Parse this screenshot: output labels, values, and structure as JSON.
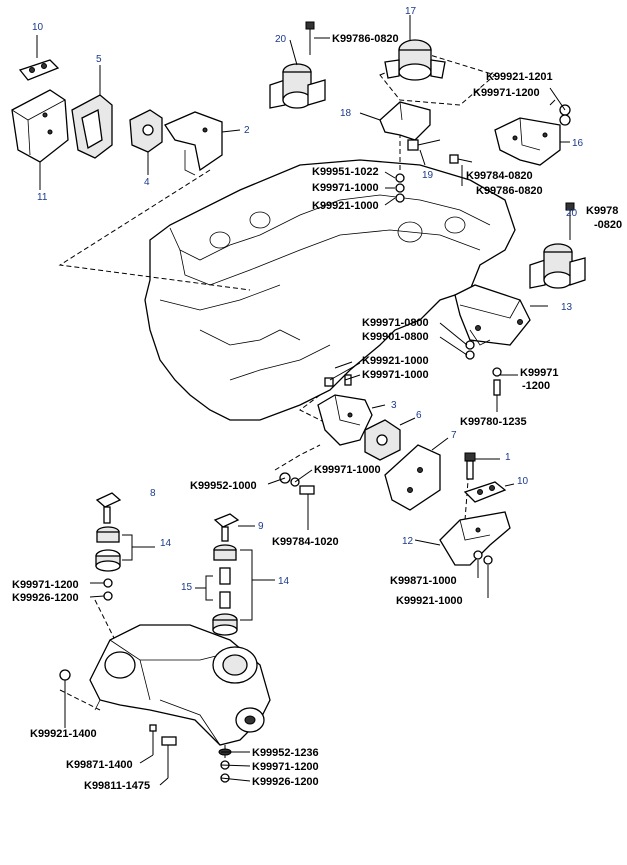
{
  "callouts": {
    "c1": "1",
    "c2": "2",
    "c3": "3",
    "c4": "4",
    "c5": "5",
    "c6": "6",
    "c7": "7",
    "c8": "8",
    "c9": "9",
    "c10a": "10",
    "c10b": "10",
    "c11": "11",
    "c12": "12",
    "c13": "13",
    "c14a": "14",
    "c14b": "14",
    "c15": "15",
    "c16": "16",
    "c17": "17",
    "c18": "18",
    "c19": "19",
    "c20a": "20",
    "c20b": "20"
  },
  "codes": {
    "k_786_0820_top": "K99786-0820",
    "k_921_1201": "K99921-1201",
    "k_971_1200_top": "K99971-1200",
    "k_951_1022": "K99951-1022",
    "k_971_1000_a": "K99971-1000",
    "k_921_1000_a": "K99921-1000",
    "k_784_0820": "K99784-0820",
    "k_786_0820_mid": "K99786-0820",
    "k_978_right_a": "K9978",
    "k_978_right_b": "-0820",
    "k_971_0800": "K99971-0800",
    "k_901_0800": "K99901-0800",
    "k_921_1000_b": "K99921-1000",
    "k_971_1000_b": "K99971-1000",
    "k_9971_a": "K99971",
    "k_9971_b": "-1200",
    "k_780_1235": "K99780-1235",
    "k_971_1000_c": "K99971-1000",
    "k_952_1000": "K99952-1000",
    "k_784_1020": "K99784-1020",
    "k_971_1200_left": "K99971-1200",
    "k_926_1200_left": "K99926-1200",
    "k_971_1000_d": "K99871-1000",
    "k_921_1000_d": "K99921-1000",
    "k_921_1400": "K99921-1400",
    "k_971_1400": "K99871-1400",
    "k_811_1475": "K99811-1475",
    "k_952_1236": "K99952-1236",
    "k_971_1200_bot": "K99971-1200",
    "k_926_1200_bot": "K99926-1200"
  }
}
